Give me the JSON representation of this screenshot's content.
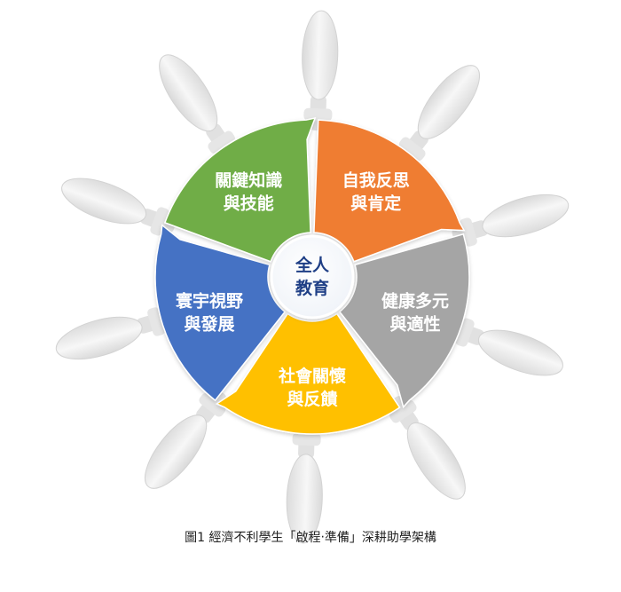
{
  "center": {
    "line1": "全人",
    "line2": "教育"
  },
  "segments": [
    {
      "id": "top-right",
      "line1": "自我反思",
      "line2": "與肯定",
      "color": "#ef7d31"
    },
    {
      "id": "right",
      "line1": "健康多元",
      "line2": "與適性",
      "color": "#a5a5a5"
    },
    {
      "id": "bottom",
      "line1": "社會關懷",
      "line2": "與反饋",
      "color": "#ffc000"
    },
    {
      "id": "left",
      "line1": "寰宇視野",
      "line2": "與發展",
      "color": "#4472c4"
    },
    {
      "id": "top-left",
      "line1": "關鍵知識",
      "line2": "與技能",
      "color": "#70ad47"
    }
  ],
  "caption": "圖1  經濟不利學生「啟程‧準備」深耕助學架構"
}
